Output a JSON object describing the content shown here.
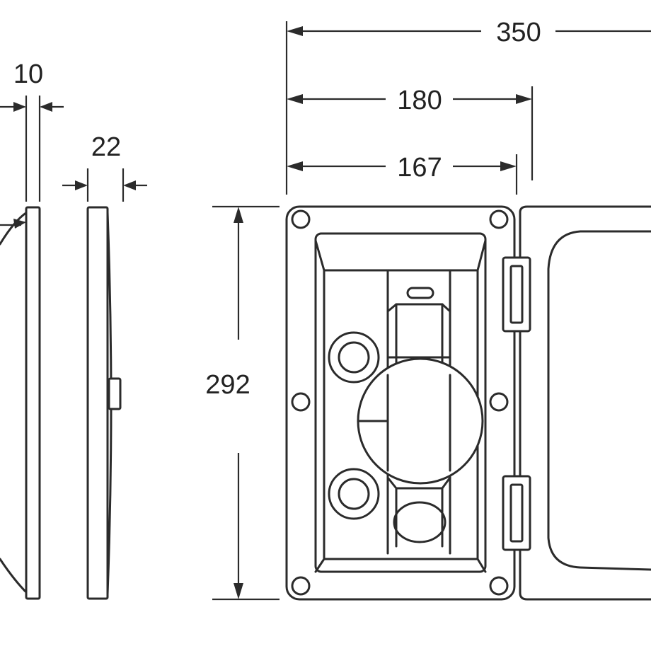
{
  "dimensions": {
    "overall_width": "350",
    "panel_width": "180",
    "recess_width": "167",
    "height": "292",
    "thickness": "10",
    "depth": "22"
  },
  "colors": {
    "line": "#2b2b2b",
    "background": "#ffffff"
  }
}
